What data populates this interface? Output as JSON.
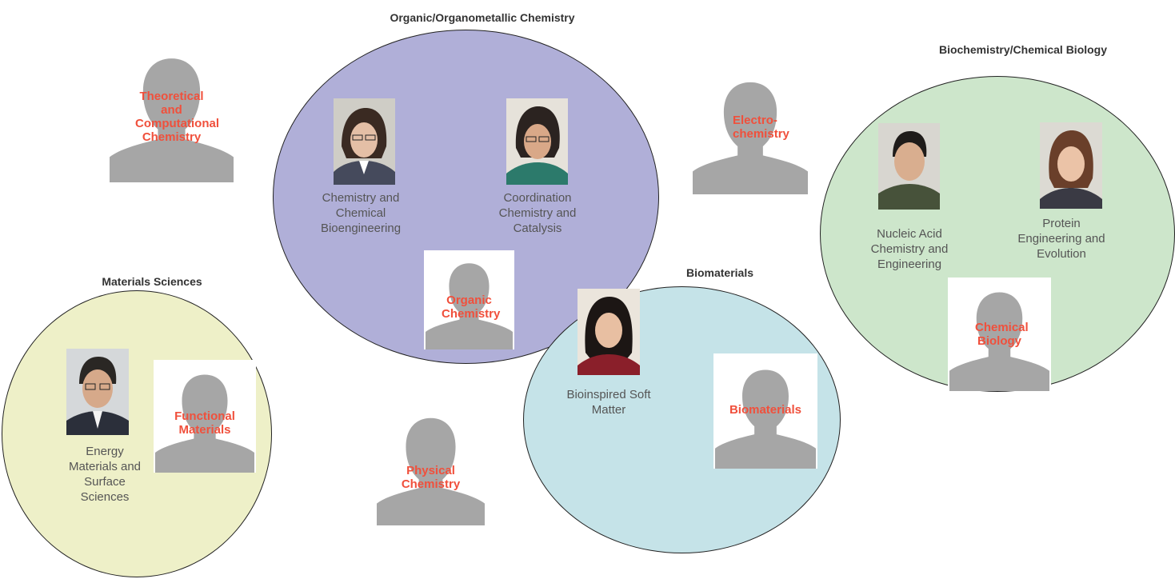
{
  "groups": {
    "organic": {
      "title": "Organic/Organometallic Chemistry",
      "fill": "#b0afd8"
    },
    "biochem": {
      "title": "Biochemistry/Chemical Biology",
      "fill": "#cde6cb"
    },
    "materials": {
      "title": "Materials Sciences",
      "fill": "#eef0c8"
    },
    "biomaterials": {
      "title": "Biomaterials",
      "fill": "#c5e3e8"
    }
  },
  "open_positions": {
    "theoretical": "Theoretical and Computational Chemistry",
    "organic": "Organic Chemistry",
    "electrochemistry": "Electro-chemistry",
    "chemical_biology": "Chemical Biology",
    "functional_materials": "Functional Materials",
    "physical": "Physical Chemistry",
    "biomaterials": "Biomaterials"
  },
  "faculty": {
    "chem_bioeng": "Chemistry and Chemical Bioengineering",
    "coordination": "Coordination Chemistry and Catalysis",
    "nucleic": "Nucleic Acid Chemistry and Engineering",
    "protein": "Protein Engineering and Evolution",
    "energy": "Energy Materials and Surface Sciences",
    "bioinspired": "Bioinspired Soft Matter"
  },
  "colors": {
    "open_label": "#f0503c",
    "silhouette": "#a6a6a6",
    "caption": "#555555",
    "outline": "#222222"
  },
  "icons": {
    "vacancy": "person-silhouette-icon",
    "faculty": "person-photo-icon"
  }
}
